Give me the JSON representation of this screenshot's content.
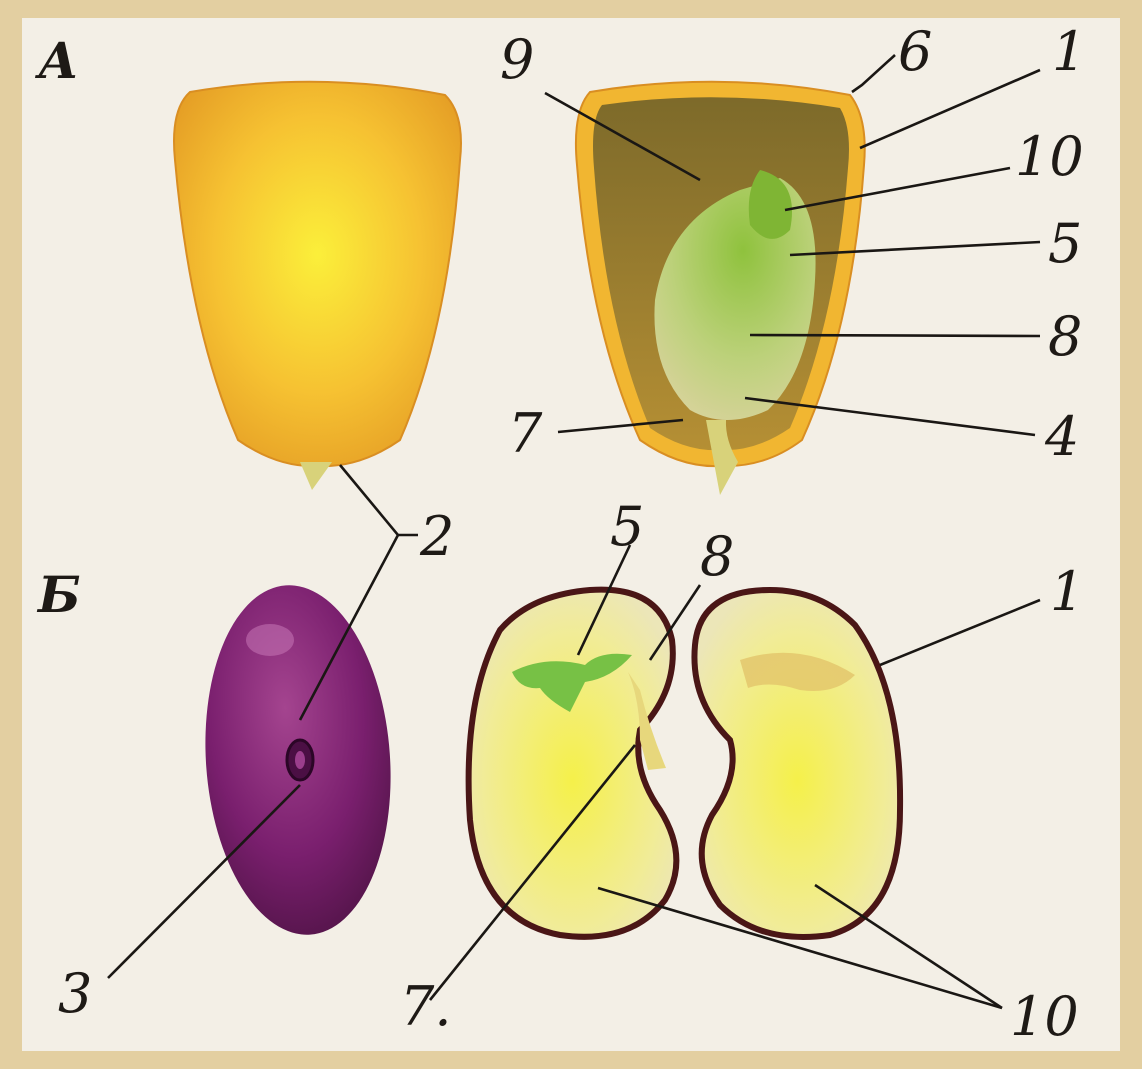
{
  "sections": {
    "a": "А",
    "b": "Б"
  },
  "labels": {
    "a_9": "9",
    "a_6": "6",
    "a_1": "1",
    "a_10": "10",
    "a_5": "5",
    "a_8": "8",
    "a_7": "7",
    "a_4": "4",
    "mid_2": "2",
    "b_5": "5",
    "b_8": "8",
    "b_1": "1",
    "b_3": "3",
    "b_7": "7.",
    "b_10": "10"
  },
  "colors": {
    "frame": "#e3cfa1",
    "panel": "#f3efe6",
    "corn_kernel": "#f4b531",
    "corn_inner": "#9a7a30",
    "embryo": "#a6c256",
    "bean_seed": "#7a1f6e",
    "bean_half": "#f2eeb0",
    "bean_outline": "#4a1616",
    "sprout": "#77c145"
  }
}
